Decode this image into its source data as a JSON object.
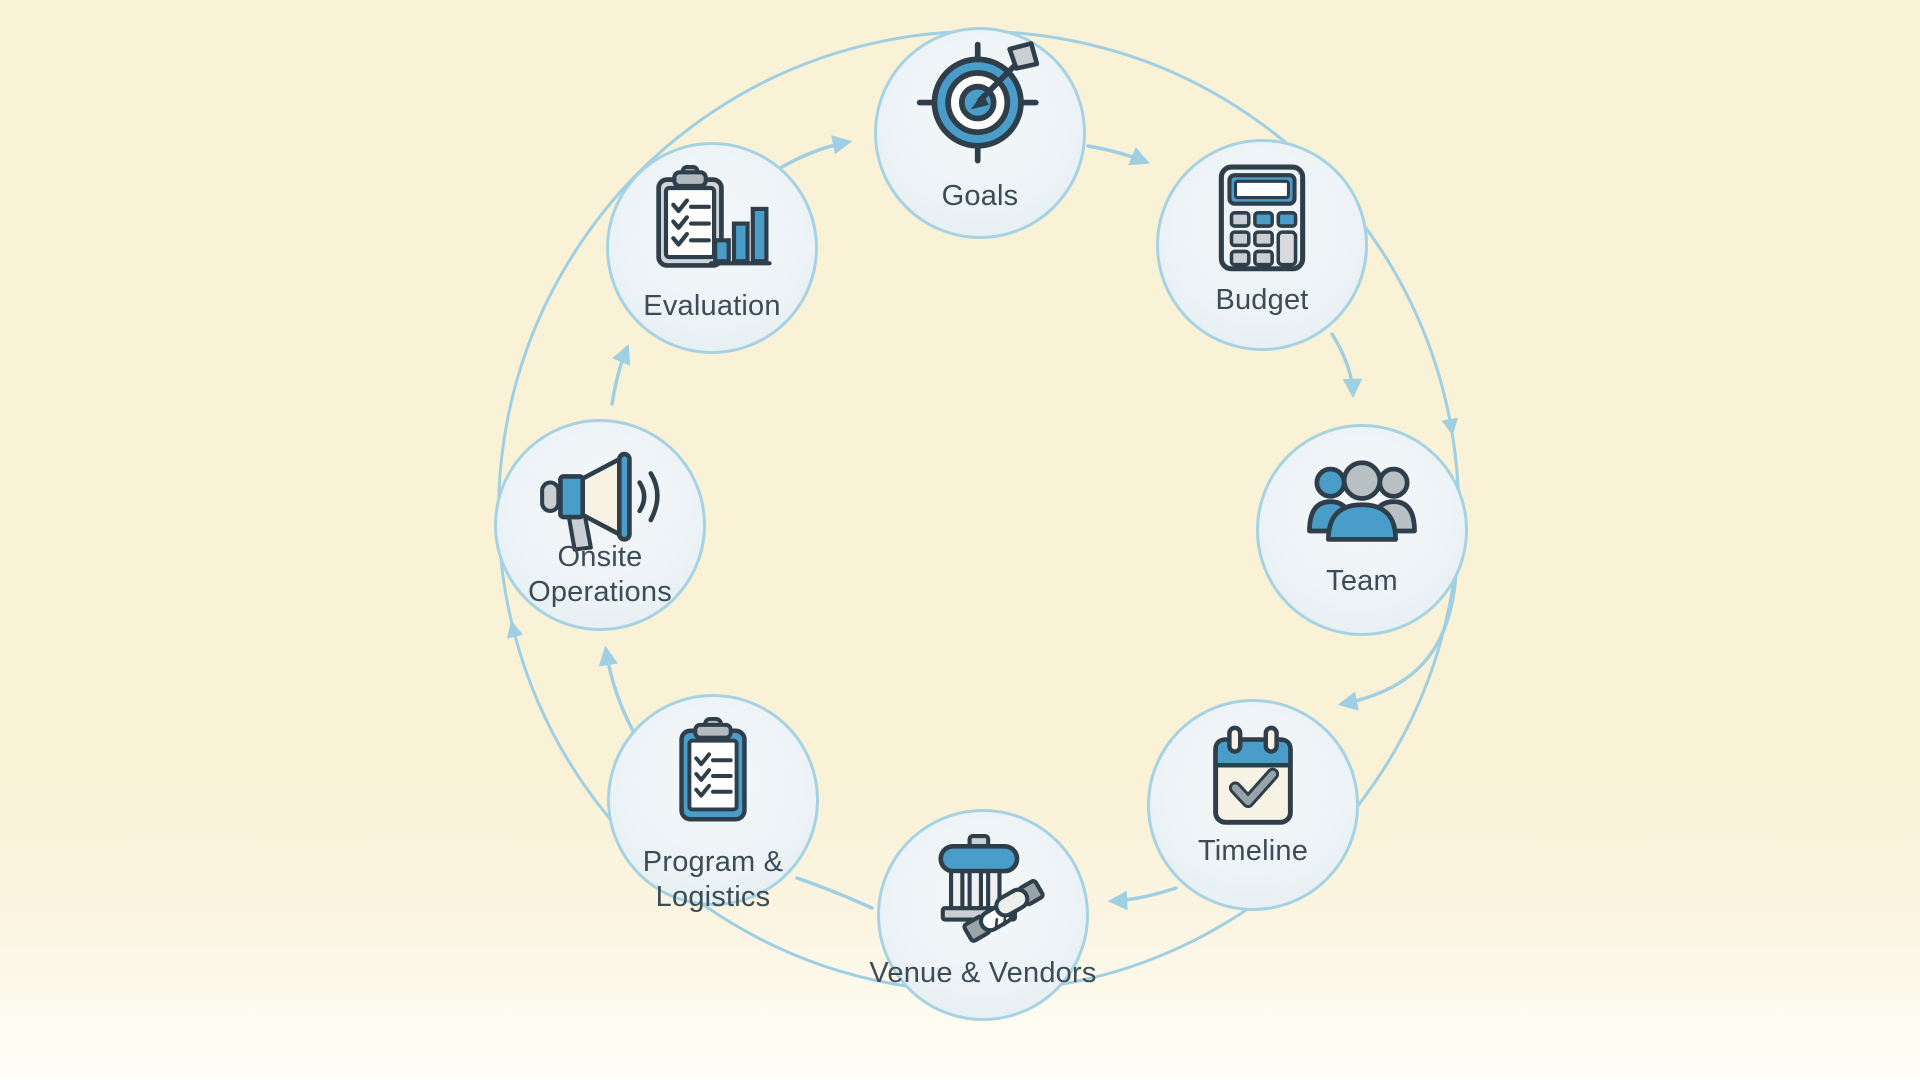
{
  "diagram": {
    "type": "cycle-diagram",
    "direction": "clockwise",
    "nodes": [
      {
        "id": "goals",
        "label": "Goals",
        "icon": "target-goal-icon"
      },
      {
        "id": "budget",
        "label": "Budget",
        "icon": "calculator-icon"
      },
      {
        "id": "team",
        "label": "Team",
        "icon": "people-group-icon"
      },
      {
        "id": "timeline",
        "label": "Timeline",
        "icon": "calendar-check-icon"
      },
      {
        "id": "venue_vendors",
        "label": "Venue & Vendors",
        "icon": "venue-handshake-icon"
      },
      {
        "id": "program_logistics",
        "label": "Program &\nLogistics",
        "icon": "clipboard-checklist-icon"
      },
      {
        "id": "onsite_operations",
        "label": "Onsite\nOperations",
        "icon": "megaphone-icon"
      },
      {
        "id": "evaluation",
        "label": "Evaluation",
        "icon": "clipboard-barchart-icon"
      }
    ],
    "sequence": [
      "Goals",
      "Budget",
      "Team",
      "Timeline",
      "Venue & Vendors",
      "Program & Logistics",
      "Onsite Operations",
      "Evaluation"
    ],
    "colors": {
      "background_top": "#faf2d6",
      "background_bottom": "#fefdf6",
      "arrow": "#9fcfe3",
      "node_border": "#a6d3e3",
      "node_fill": "#edf3f6",
      "icon_blue": "#4a9dc9",
      "icon_gray": "#b9c0c4",
      "icon_outline": "#2e3e4a",
      "label_text": "#3c4c57"
    }
  }
}
